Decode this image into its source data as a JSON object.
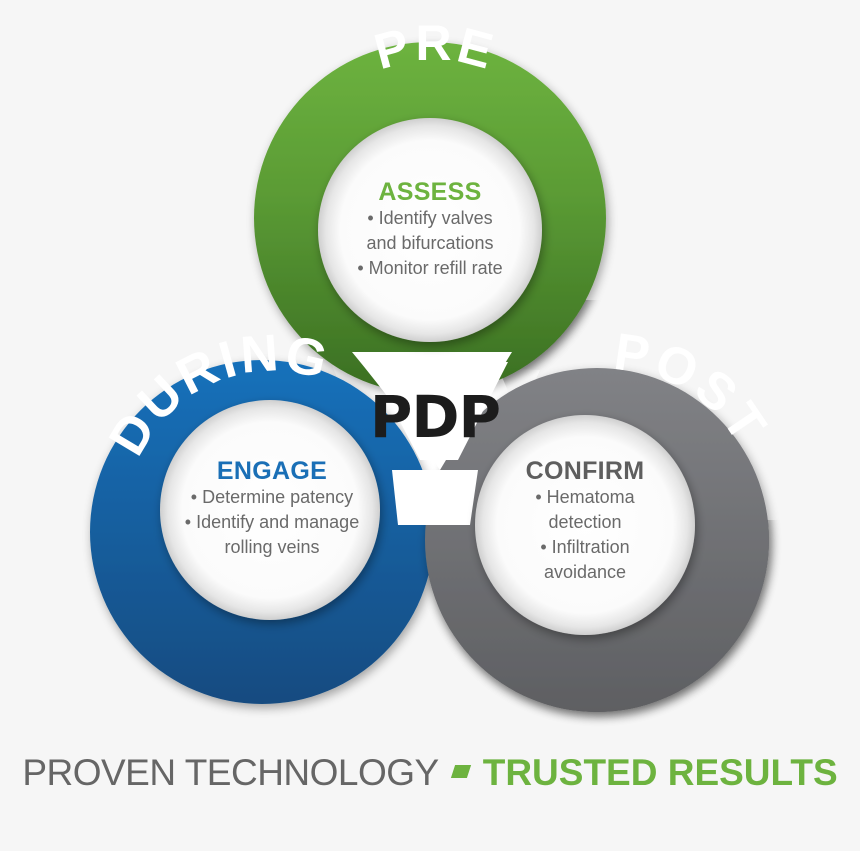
{
  "center": {
    "label": "PDP"
  },
  "phases": [
    {
      "key": "pre",
      "ring_label": "PRE",
      "color": "#6db33f",
      "color_dark": "#3f7424",
      "title": "ASSESS",
      "title_color": "#6db33f",
      "lines": [
        "• Identify valves",
        "and bifurcations",
        "• Monitor refill rate"
      ]
    },
    {
      "key": "during",
      "ring_label": "DURING",
      "color": "#1570ba",
      "color_dark": "#144c82",
      "title": "ENGAGE",
      "title_color": "#1a6fb6",
      "lines": [
        "• Determine patency",
        "• Identify and manage",
        "rolling veins"
      ]
    },
    {
      "key": "post",
      "ring_label": "POST",
      "color": "#7c7d81",
      "color_dark": "#5f6063",
      "title": "CONFIRM",
      "title_color": "#5e5e5e",
      "lines": [
        "• Hematoma",
        "detection",
        "• Infiltration",
        "avoidance"
      ]
    }
  ],
  "tagline": {
    "left": "PROVEN TECHNOLOGY",
    "right": "TRUSTED RESULTS",
    "separator_color": "#6db33f"
  }
}
